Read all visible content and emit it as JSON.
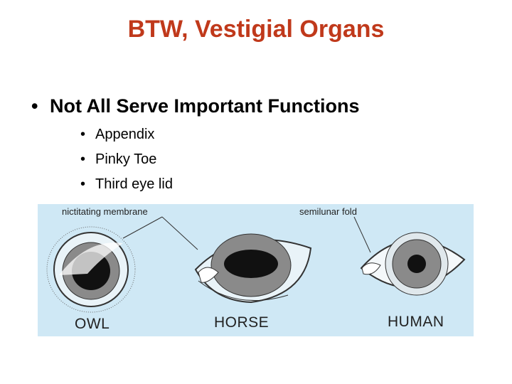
{
  "slide": {
    "title": "BTW, Vestigial Organs",
    "main_bullet": "Not All Serve Important Functions",
    "bullet_glyph": "•",
    "sub_bullets": [
      "Appendix",
      "Pinky Toe",
      "Third eye lid"
    ]
  },
  "figure": {
    "labels": {
      "membrane": "nictitating membrane",
      "fold": "semilunar fold"
    },
    "animals": [
      "OWL",
      "HORSE",
      "HUMAN"
    ],
    "background_color": "#cfe8f5"
  },
  "colors": {
    "title": "#c0391b"
  }
}
